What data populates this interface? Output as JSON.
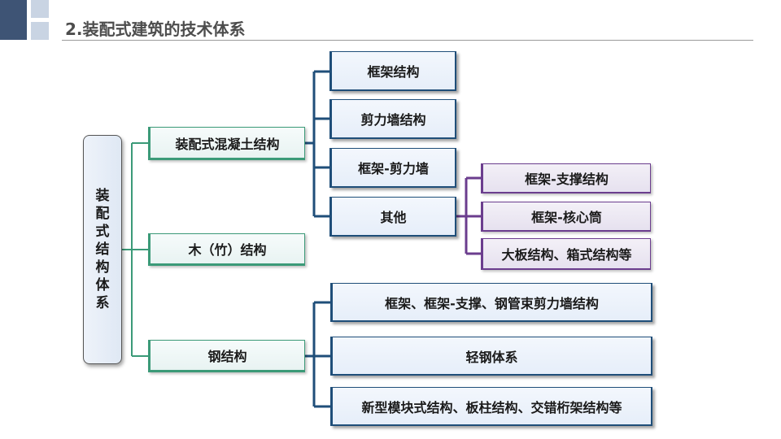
{
  "header": {
    "title": "2.装配式建筑的技术体系"
  },
  "colors": {
    "accent_dark": "#3e5475",
    "accent_light": "#c9d4e3",
    "line_blue": "#1f4e79",
    "line_green": "#3b9a78",
    "line_purple": "#6b3d8e"
  },
  "diagram": {
    "root": {
      "label": "装配式结构体系",
      "chars": [
        "装",
        "配",
        "式",
        "结",
        "构",
        "体",
        "系"
      ]
    },
    "level1": {
      "concrete": "装配式混凝土结构",
      "wood": "木（竹）结构",
      "steel": "钢结构"
    },
    "concrete_children": {
      "frame": "框架结构",
      "shear_wall": "剪力墙结构",
      "frame_shear": "框架-剪力墙",
      "other": "其他"
    },
    "other_children": {
      "frame_brace": "框架-支撑结构",
      "frame_core": "框架-核心筒",
      "large_panel": "大板结构、箱式结构等"
    },
    "steel_children": {
      "frame_types": "框架、框架-支撑、钢管束剪力墙结构",
      "light_steel": "轻钢体系",
      "modular": "新型模块式结构、板柱结构、交错桁架结构等"
    }
  }
}
